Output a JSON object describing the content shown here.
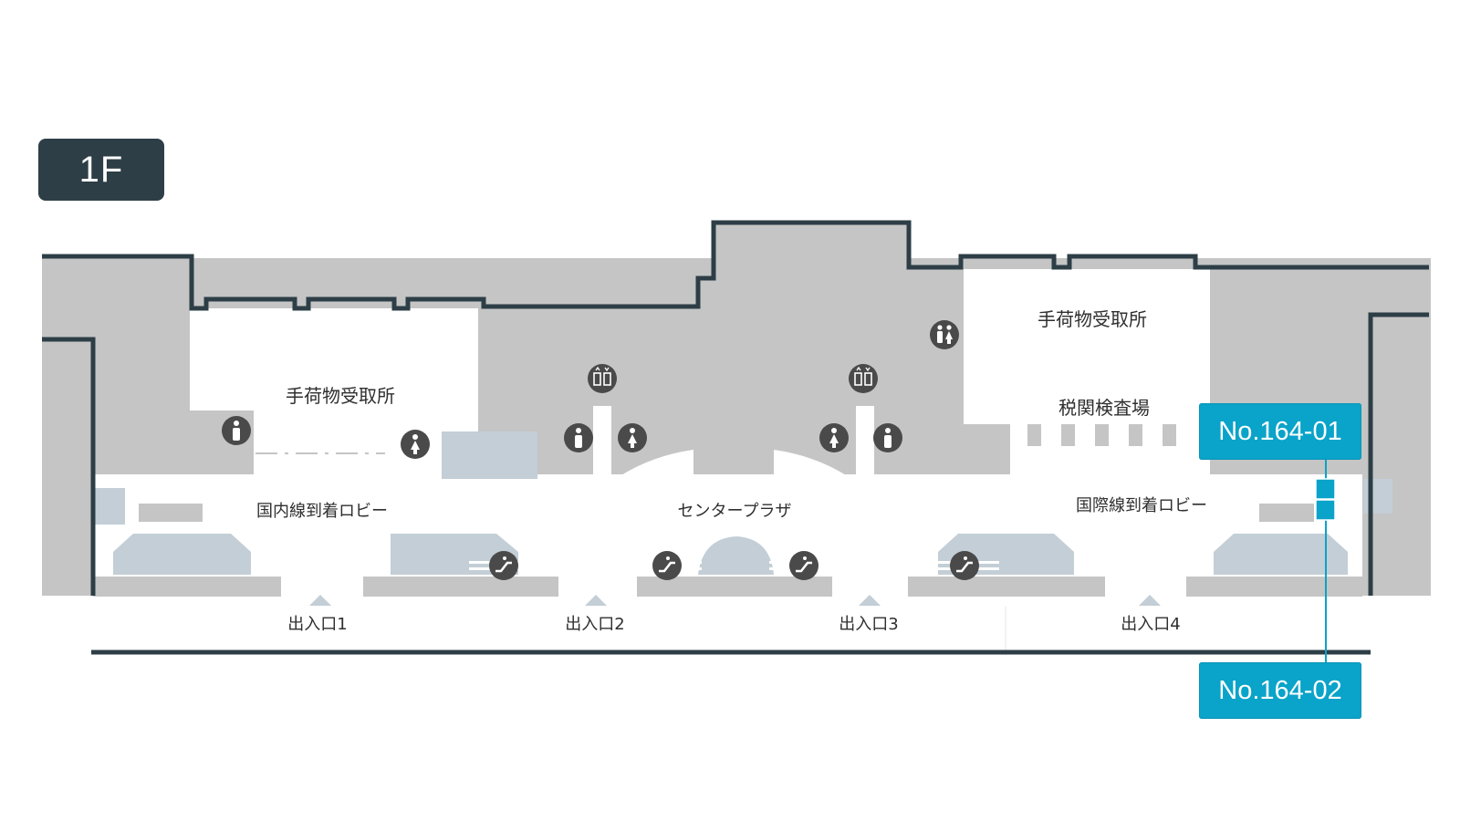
{
  "floor_label": "1F",
  "rooms": {
    "baggage_claim_domestic": "手荷物受取所",
    "baggage_claim_international": "手荷物受取所",
    "customs": "税関検査場"
  },
  "lobbies": {
    "domestic": "国内線到着ロビー",
    "center": "センタープラザ",
    "international": "国際線到着ロビー"
  },
  "entrances": [
    "出入口1",
    "出入口2",
    "出入口3",
    "出入口4"
  ],
  "signage": {
    "upper": "No.164-01",
    "lower": "No.164-02"
  },
  "icons": {
    "restroom": "restroom-icon",
    "male": "male-restroom-icon",
    "female": "female-restroom-icon",
    "elevator": "elevator-icon",
    "escalator": "escalator-icon",
    "entrance": "entrance-marker-icon"
  },
  "colors": {
    "wall": "#2d3e46",
    "area_gray": "#c5c5c5",
    "fixture_blue": "#c3ced6",
    "icon_dark": "#4a4a4a",
    "sign_accent": "#0aa3c9"
  }
}
